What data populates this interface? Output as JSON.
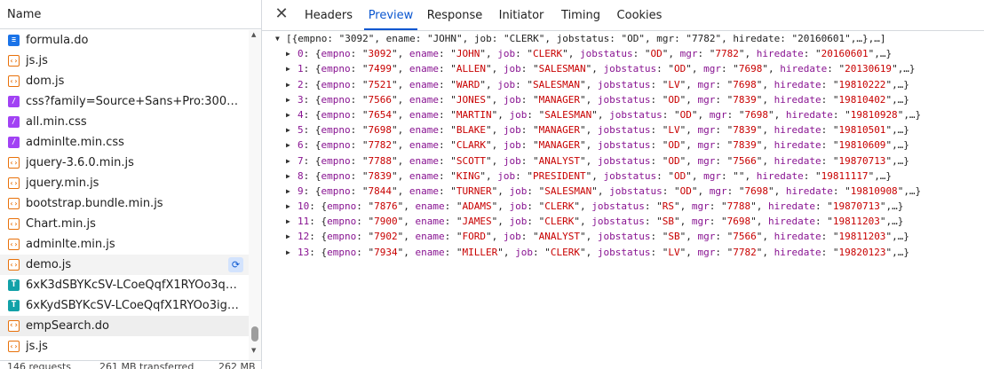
{
  "network": {
    "header": "Name",
    "files": [
      {
        "name": "formula.do",
        "icon": "document-icon",
        "type": "doc"
      },
      {
        "name": "js.js",
        "icon": "script-icon",
        "type": "js"
      },
      {
        "name": "dom.js",
        "icon": "script-icon",
        "type": "js"
      },
      {
        "name": "css?family=Source+Sans+Pro:300,400,4...",
        "icon": "stylesheet-icon",
        "type": "css"
      },
      {
        "name": "all.min.css",
        "icon": "stylesheet-icon",
        "type": "css"
      },
      {
        "name": "adminlte.min.css",
        "icon": "stylesheet-icon",
        "type": "css"
      },
      {
        "name": "jquery-3.6.0.min.js",
        "icon": "script-icon",
        "type": "js"
      },
      {
        "name": "jquery.min.js",
        "icon": "script-icon",
        "type": "js"
      },
      {
        "name": "bootstrap.bundle.min.js",
        "icon": "script-icon",
        "type": "js"
      },
      {
        "name": "Chart.min.js",
        "icon": "script-icon",
        "type": "js"
      },
      {
        "name": "adminlte.min.js",
        "icon": "script-icon",
        "type": "js"
      },
      {
        "name": "demo.js",
        "icon": "script-icon",
        "type": "js"
      },
      {
        "name": "6xK3dSBYKcSV-LCoeQqfX1RYOo3qOK7...",
        "icon": "font-icon",
        "type": "font"
      },
      {
        "name": "6xKydSBYKcSV-LCoeQqfX1RYOo3ig4vw...",
        "icon": "font-icon",
        "type": "font"
      },
      {
        "name": "empSearch.do",
        "icon": "fetch-icon",
        "type": "xhr"
      },
      {
        "name": "js.js",
        "icon": "script-icon",
        "type": "js"
      }
    ],
    "status": {
      "requests": "146 requests",
      "transferred": "261 MB transferred",
      "resources": "262 MB"
    }
  },
  "details": {
    "tabs": [
      {
        "label": "Headers"
      },
      {
        "label": "Preview"
      },
      {
        "label": "Response"
      },
      {
        "label": "Initiator"
      },
      {
        "label": "Timing"
      },
      {
        "label": "Cookies"
      }
    ],
    "active_tab": "Preview",
    "summary": "[{empno: \"3092\", ename: \"JOHN\", job: \"CLERK\", jobstatus: \"OD\", mgr: \"7782\", hiredate: \"20160601\",…},…]",
    "records": [
      {
        "index": "0",
        "empno": "3092",
        "ename": "JOHN",
        "job": "CLERK",
        "jobstatus": "OD",
        "mgr": "7782",
        "hiredate": "20160601"
      },
      {
        "index": "1",
        "empno": "7499",
        "ename": "ALLEN",
        "job": "SALESMAN",
        "jobstatus": "OD",
        "mgr": "7698",
        "hiredate": "20130619"
      },
      {
        "index": "2",
        "empno": "7521",
        "ename": "WARD",
        "job": "SALESMAN",
        "jobstatus": "LV",
        "mgr": "7698",
        "hiredate": "19810222"
      },
      {
        "index": "3",
        "empno": "7566",
        "ename": "JONES",
        "job": "MANAGER",
        "jobstatus": "OD",
        "mgr": "7839",
        "hiredate": "19810402"
      },
      {
        "index": "4",
        "empno": "7654",
        "ename": "MARTIN",
        "job": "SALESMAN",
        "jobstatus": "OD",
        "mgr": "7698",
        "hiredate": "19810928"
      },
      {
        "index": "5",
        "empno": "7698",
        "ename": "BLAKE",
        "job": "MANAGER",
        "jobstatus": "LV",
        "mgr": "7839",
        "hiredate": "19810501"
      },
      {
        "index": "6",
        "empno": "7782",
        "ename": "CLARK",
        "job": "MANAGER",
        "jobstatus": "OD",
        "mgr": "7839",
        "hiredate": "19810609"
      },
      {
        "index": "7",
        "empno": "7788",
        "ename": "SCOTT",
        "job": "ANALYST",
        "jobstatus": "OD",
        "mgr": "7566",
        "hiredate": "19870713"
      },
      {
        "index": "8",
        "empno": "7839",
        "ename": "KING",
        "job": "PRESIDENT",
        "jobstatus": "OD",
        "mgr": "",
        "hiredate": "19811117"
      },
      {
        "index": "9",
        "empno": "7844",
        "ename": "TURNER",
        "job": "SALESMAN",
        "jobstatus": "OD",
        "mgr": "7698",
        "hiredate": "19810908"
      },
      {
        "index": "10",
        "empno": "7876",
        "ename": "ADAMS",
        "job": "CLERK",
        "jobstatus": "RS",
        "mgr": "7788",
        "hiredate": "19870713"
      },
      {
        "index": "11",
        "empno": "7900",
        "ename": "JAMES",
        "job": "CLERK",
        "jobstatus": "SB",
        "mgr": "7698",
        "hiredate": "19811203"
      },
      {
        "index": "12",
        "empno": "7902",
        "ename": "FORD",
        "job": "ANALYST",
        "jobstatus": "SB",
        "mgr": "7566",
        "hiredate": "19811203"
      },
      {
        "index": "13",
        "empno": "7934",
        "ename": "MILLER",
        "job": "CLERK",
        "jobstatus": "LV",
        "mgr": "7782",
        "hiredate": "19820123"
      }
    ]
  },
  "colors": {
    "accent": "#0b57d0",
    "property_key": "#881391",
    "string_value": "#c80000"
  }
}
